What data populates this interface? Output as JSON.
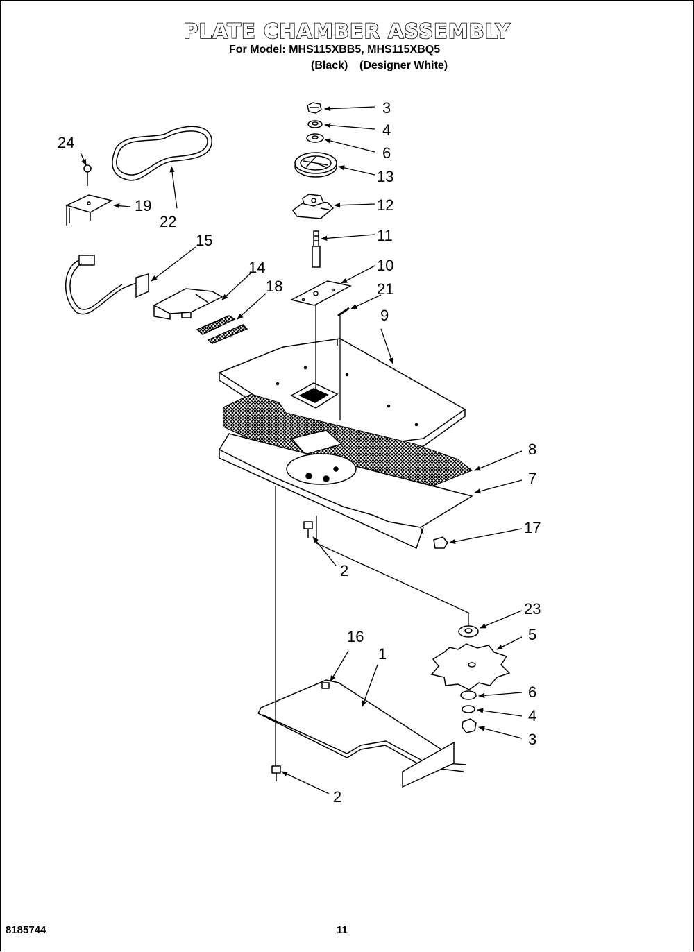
{
  "header": {
    "title": "PLATE CHAMBER ASSEMBLY",
    "model_line": "For Model: MHS115XBB5, MHS115XBQ5",
    "variant_black": "(Black)",
    "variant_white": "(Designer White)"
  },
  "callouts": {
    "c3a": "3",
    "c4a": "4",
    "c6a": "6",
    "c13": "13",
    "c12": "12",
    "c11": "11",
    "c10": "10",
    "c21": "21",
    "c9": "9",
    "c8": "8",
    "c7": "7",
    "c17": "17",
    "c2a": "2",
    "c23": "23",
    "c5": "5",
    "c6b": "6",
    "c4b": "4",
    "c3b": "3",
    "c2b": "2",
    "c16": "16",
    "c1": "1",
    "c24": "24",
    "c19": "19",
    "c22": "22",
    "c15": "15",
    "c14": "14",
    "c18": "18"
  },
  "footer": {
    "doc_number": "8185744",
    "page_number": "11"
  }
}
